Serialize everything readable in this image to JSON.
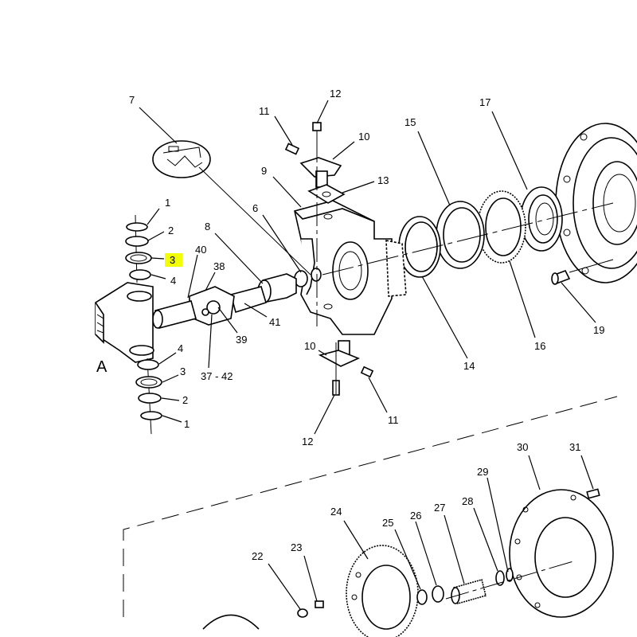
{
  "diagram": {
    "view_label": "A",
    "highlight_color": "#f2ff00",
    "callouts": [
      {
        "id": "c7",
        "text": "7"
      },
      {
        "id": "c11a",
        "text": "11"
      },
      {
        "id": "c12a",
        "text": "12"
      },
      {
        "id": "c10a",
        "text": "10"
      },
      {
        "id": "c9",
        "text": "9"
      },
      {
        "id": "c13",
        "text": "13"
      },
      {
        "id": "c6",
        "text": "6"
      },
      {
        "id": "c15",
        "text": "15"
      },
      {
        "id": "c17",
        "text": "17"
      },
      {
        "id": "c1a",
        "text": "1"
      },
      {
        "id": "c2a",
        "text": "2"
      },
      {
        "id": "c3a",
        "text": "3",
        "highlighted": true
      },
      {
        "id": "c4a",
        "text": "4"
      },
      {
        "id": "c8",
        "text": "8"
      },
      {
        "id": "c40",
        "text": "40"
      },
      {
        "id": "c38",
        "text": "38"
      },
      {
        "id": "c41",
        "text": "41"
      },
      {
        "id": "c39",
        "text": "39"
      },
      {
        "id": "c3742",
        "text": "37 - 42"
      },
      {
        "id": "c4b",
        "text": "4"
      },
      {
        "id": "c3b",
        "text": "3"
      },
      {
        "id": "c2b",
        "text": "2"
      },
      {
        "id": "c1b",
        "text": "1"
      },
      {
        "id": "c10b",
        "text": "10"
      },
      {
        "id": "c11b",
        "text": "11"
      },
      {
        "id": "c12b",
        "text": "12"
      },
      {
        "id": "c14",
        "text": "14"
      },
      {
        "id": "c16",
        "text": "16"
      },
      {
        "id": "c19",
        "text": "19"
      },
      {
        "id": "c30",
        "text": "30"
      },
      {
        "id": "c31",
        "text": "31"
      },
      {
        "id": "c29",
        "text": "29"
      },
      {
        "id": "c24",
        "text": "24"
      },
      {
        "id": "c25",
        "text": "25"
      },
      {
        "id": "c26",
        "text": "26"
      },
      {
        "id": "c27",
        "text": "27"
      },
      {
        "id": "c28",
        "text": "28"
      },
      {
        "id": "c22",
        "text": "22"
      },
      {
        "id": "c23",
        "text": "23"
      }
    ]
  }
}
